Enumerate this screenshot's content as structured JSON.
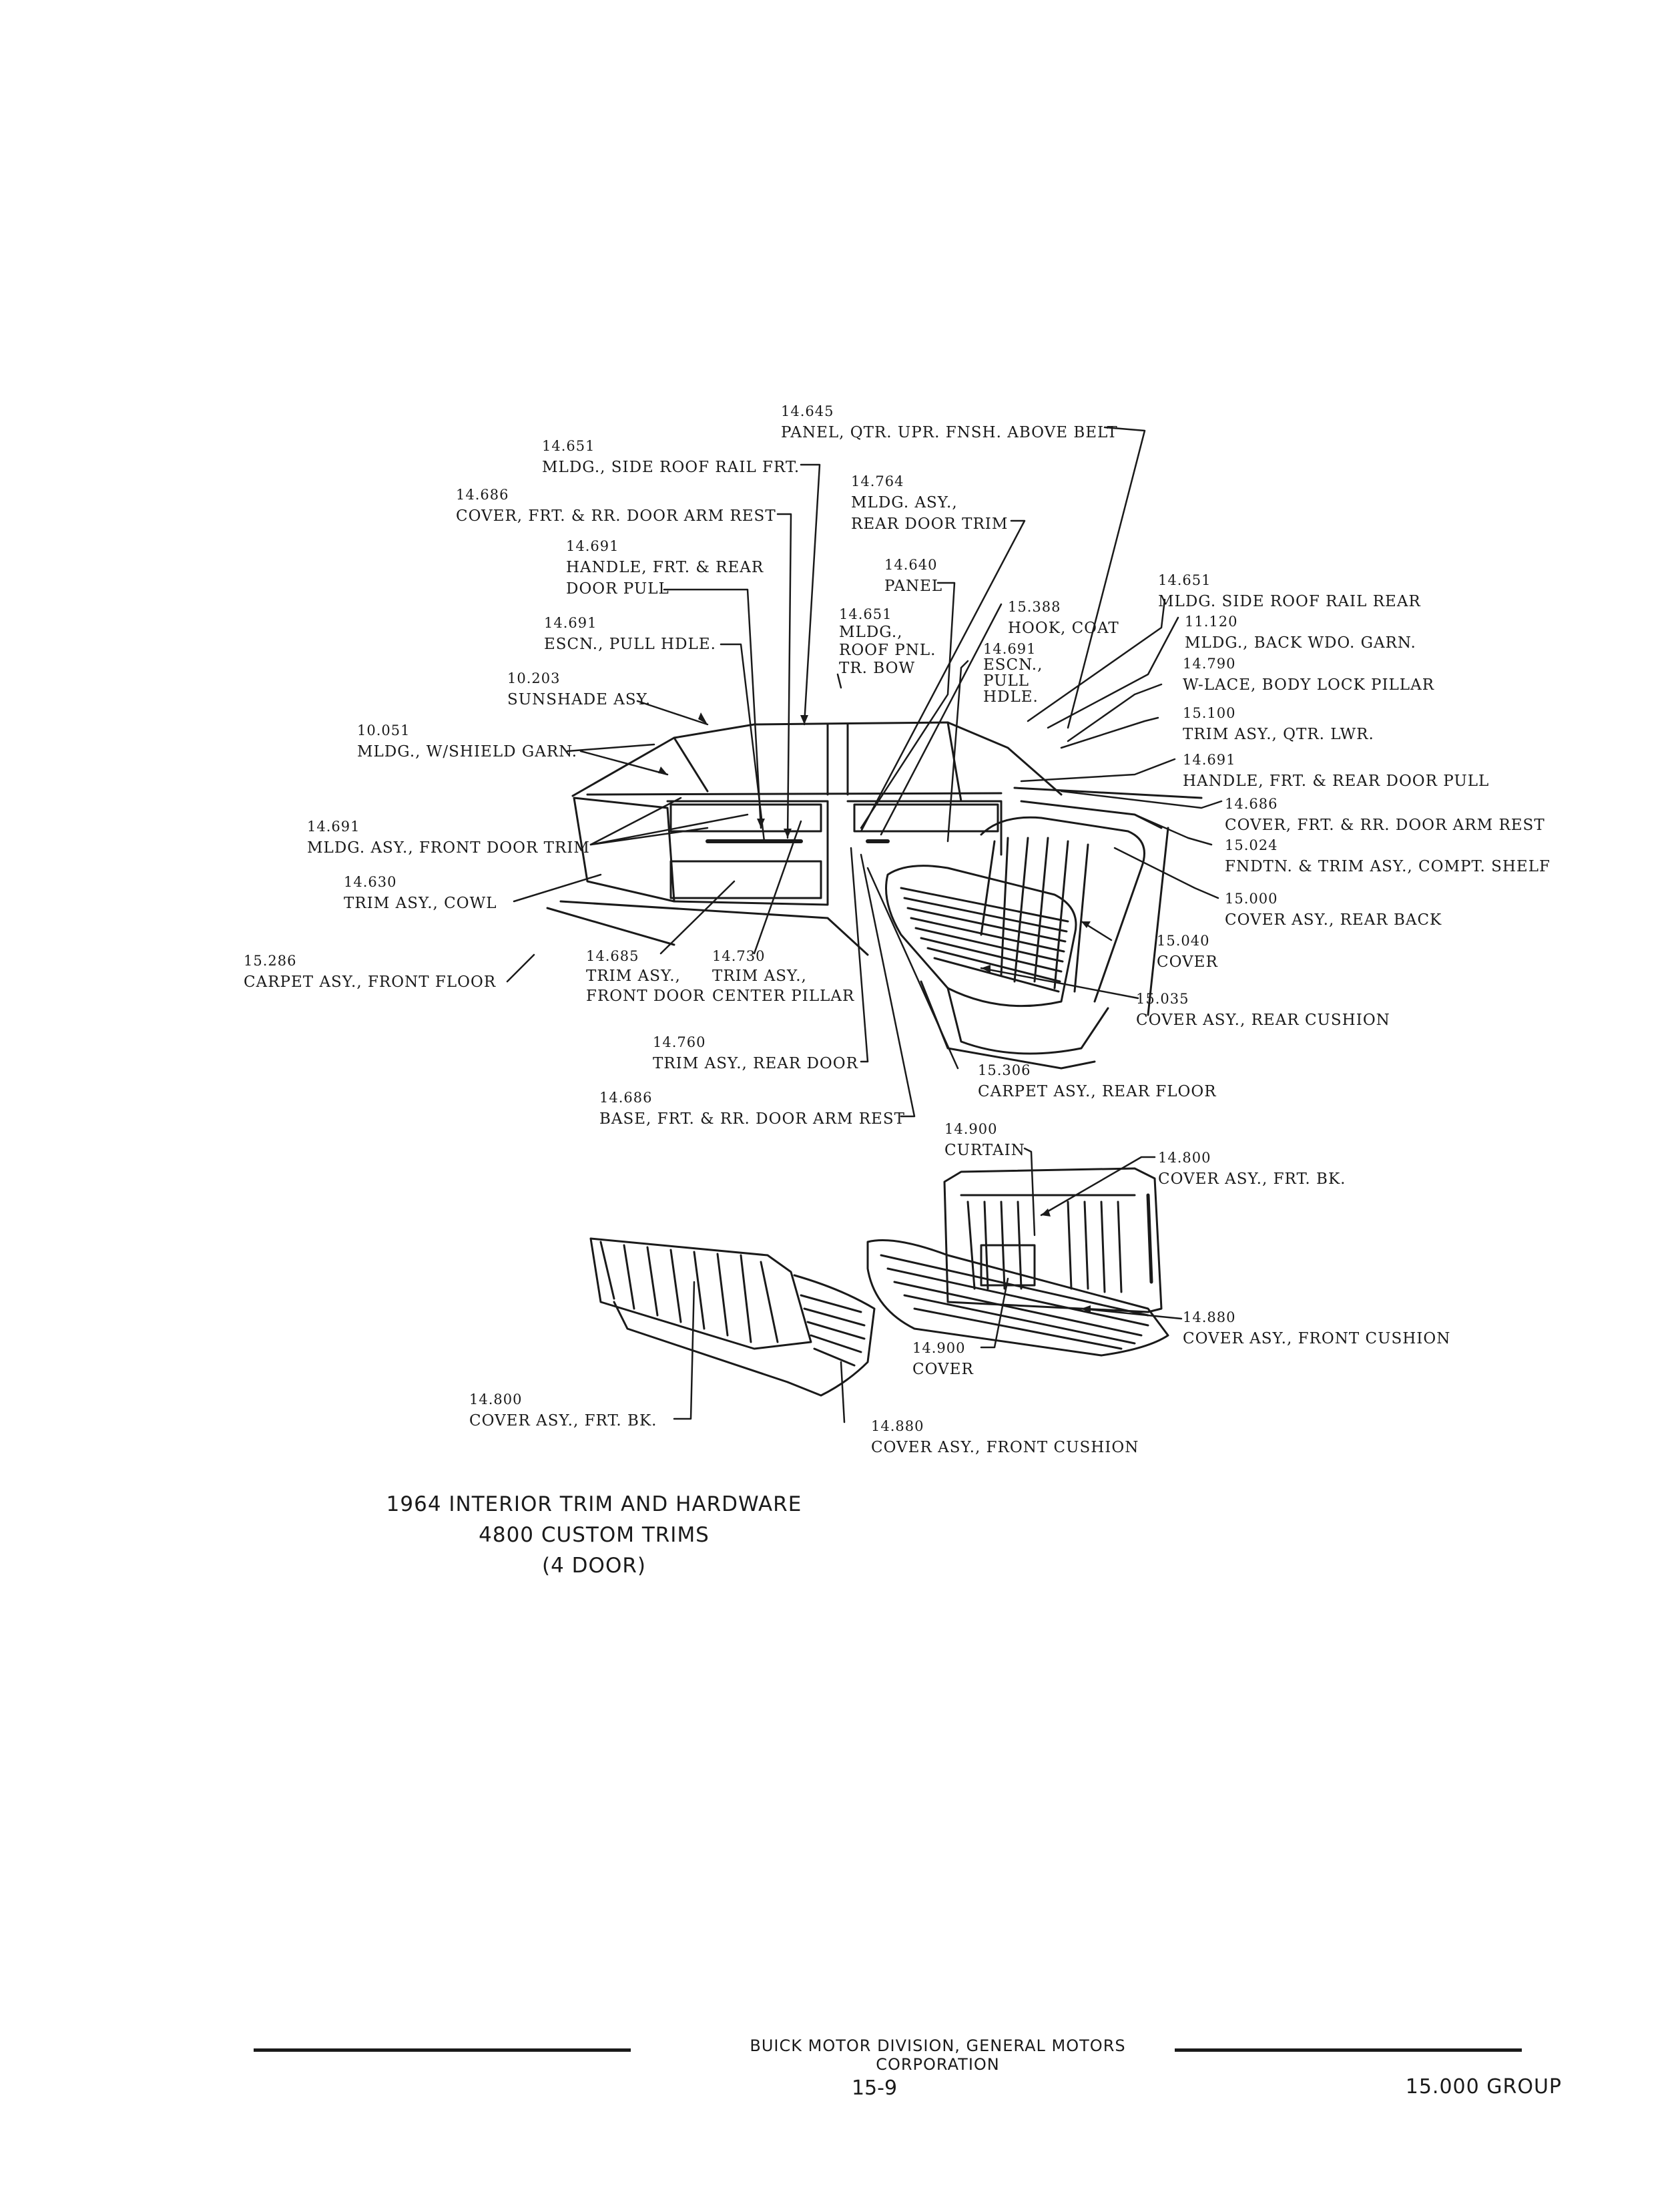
{
  "callouts": [
    {
      "num": "14.645",
      "text": "PANEL, QTR. UPR. FNSH. ABOVE BELT"
    },
    {
      "num": "14.651",
      "text": "MLDG., SIDE ROOF RAIL FRT."
    },
    {
      "num": "14.686",
      "text": "COVER, FRT. & RR. DOOR ARM REST"
    },
    {
      "num": "14.764",
      "text": "MLDG. ASY.,",
      "text2": "REAR DOOR TRIM"
    },
    {
      "num": "14.691",
      "text": "HANDLE, FRT. & REAR",
      "text2": "DOOR PULL"
    },
    {
      "num": "14.640",
      "text": "PANEL"
    },
    {
      "num": "15.388",
      "text": "HOOK, COAT"
    },
    {
      "num": "14.651",
      "text": "MLDG. SIDE ROOF RAIL REAR"
    },
    {
      "num": "11.120",
      "text": "MLDG., BACK WDO. GARN."
    },
    {
      "num": "14.691",
      "text": "ESCN., PULL HDLE."
    },
    {
      "num": "14.651",
      "text": "MLDG.,",
      "text2": "ROOF PNL.",
      "text3": "TR. BOW"
    },
    {
      "num": "14.691",
      "text": "ESCN.,",
      "text2": "PULL",
      "text3": "HDLE."
    },
    {
      "num": "14.790",
      "text": "W-LACE, BODY LOCK PILLAR"
    },
    {
      "num": "10.203",
      "text": "SUNSHADE ASY."
    },
    {
      "num": "15.100",
      "text": "TRIM ASY., QTR. LWR."
    },
    {
      "num": "10.051",
      "text": "MLDG., W/SHIELD GARN."
    },
    {
      "num": "14.691",
      "text": "HANDLE, FRT. & REAR DOOR PULL"
    },
    {
      "num": "14.686",
      "text": "COVER, FRT. & RR. DOOR ARM REST"
    },
    {
      "num": "14.691",
      "text": "MLDG. ASY., FRONT DOOR TRIM"
    },
    {
      "num": "15.024",
      "text": "FNDTN. & TRIM ASY., COMPT. SHELF"
    },
    {
      "num": "14.630",
      "text": "TRIM ASY., COWL"
    },
    {
      "num": "15.000",
      "text": "COVER ASY., REAR BACK"
    },
    {
      "num": "15.040",
      "text": "COVER"
    },
    {
      "num": "15.286",
      "text": "CARPET ASY., FRONT FLOOR"
    },
    {
      "num": "14.685",
      "text": "TRIM ASY.,",
      "text2": "FRONT DOOR"
    },
    {
      "num": "14.730",
      "text": "TRIM ASY.,",
      "text2": "CENTER PILLAR"
    },
    {
      "num": "15.035",
      "text": "COVER ASY., REAR CUSHION"
    },
    {
      "num": "14.760",
      "text": "TRIM ASY., REAR DOOR"
    },
    {
      "num": "15.306",
      "text": "CARPET ASY., REAR FLOOR"
    },
    {
      "num": "14.686",
      "text": "BASE, FRT. & RR. DOOR ARM REST"
    },
    {
      "num": "14.900",
      "text": "CURTAIN"
    },
    {
      "num": "14.800",
      "text": "COVER ASY., FRT. BK."
    },
    {
      "num": "14.880",
      "text": "COVER ASY., FRONT CUSHION"
    },
    {
      "num": "14.900",
      "text": "COVER"
    },
    {
      "num": "14.800",
      "text": "COVER ASY., FRT. BK."
    },
    {
      "num": "14.880",
      "text": "COVER ASY., FRONT CUSHION"
    }
  ],
  "caption": {
    "line1": "1964 INTERIOR TRIM AND HARDWARE",
    "line2": "4800 CUSTOM TRIMS",
    "line3": "(4 DOOR)"
  },
  "footer": {
    "division": "BUICK MOTOR DIVISION, GENERAL MOTORS CORPORATION",
    "page": "15-9",
    "group": "15.000 GROUP"
  }
}
